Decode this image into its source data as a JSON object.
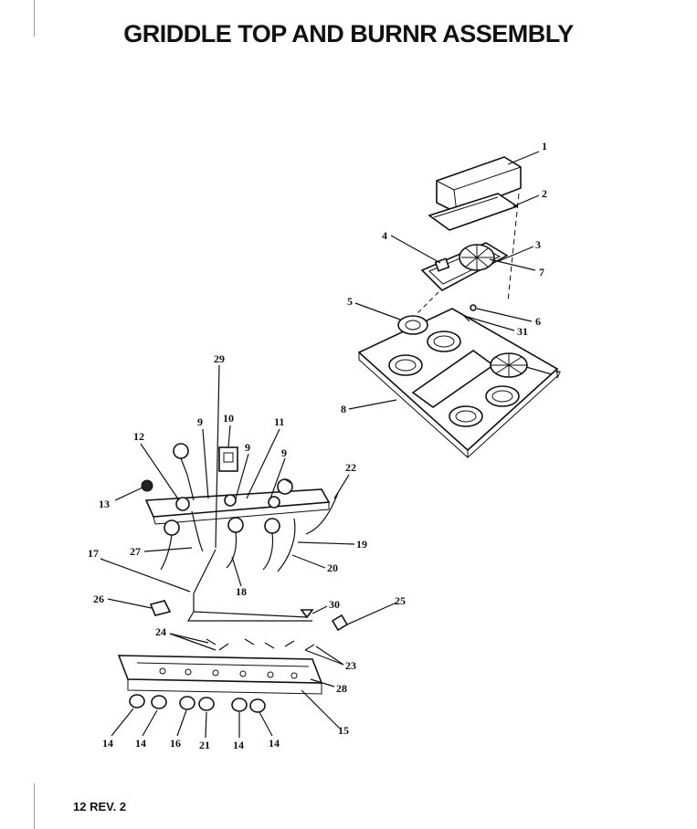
{
  "title": "GRIDDLE TOP AND BURNR ASSEMBLY",
  "footer": "12 REV. 2",
  "callouts": [
    {
      "id": "1",
      "text": "1"
    },
    {
      "id": "2",
      "text": "2"
    },
    {
      "id": "3",
      "text": "3"
    },
    {
      "id": "4",
      "text": "4"
    },
    {
      "id": "7a",
      "text": "7"
    },
    {
      "id": "5",
      "text": "5"
    },
    {
      "id": "6",
      "text": "6"
    },
    {
      "id": "31",
      "text": "31"
    },
    {
      "id": "7b",
      "text": "7"
    },
    {
      "id": "8",
      "text": "8"
    },
    {
      "id": "29",
      "text": "29"
    },
    {
      "id": "10",
      "text": "10"
    },
    {
      "id": "11",
      "text": "11"
    },
    {
      "id": "9a",
      "text": "9"
    },
    {
      "id": "9b",
      "text": "9"
    },
    {
      "id": "9c",
      "text": "9"
    },
    {
      "id": "12",
      "text": "12"
    },
    {
      "id": "13",
      "text": "13"
    },
    {
      "id": "22",
      "text": "22"
    },
    {
      "id": "19",
      "text": "19"
    },
    {
      "id": "27",
      "text": "27"
    },
    {
      "id": "20",
      "text": "20"
    },
    {
      "id": "17",
      "text": "17"
    },
    {
      "id": "18",
      "text": "18"
    },
    {
      "id": "26",
      "text": "26"
    },
    {
      "id": "30",
      "text": "30"
    },
    {
      "id": "25",
      "text": "25"
    },
    {
      "id": "24",
      "text": "24"
    },
    {
      "id": "23",
      "text": "23"
    },
    {
      "id": "28",
      "text": "28"
    },
    {
      "id": "15",
      "text": "15"
    },
    {
      "id": "14a",
      "text": "14"
    },
    {
      "id": "14b",
      "text": "14"
    },
    {
      "id": "16",
      "text": "16"
    },
    {
      "id": "21",
      "text": "21"
    },
    {
      "id": "14c",
      "text": "14"
    },
    {
      "id": "14d",
      "text": "14"
    }
  ]
}
